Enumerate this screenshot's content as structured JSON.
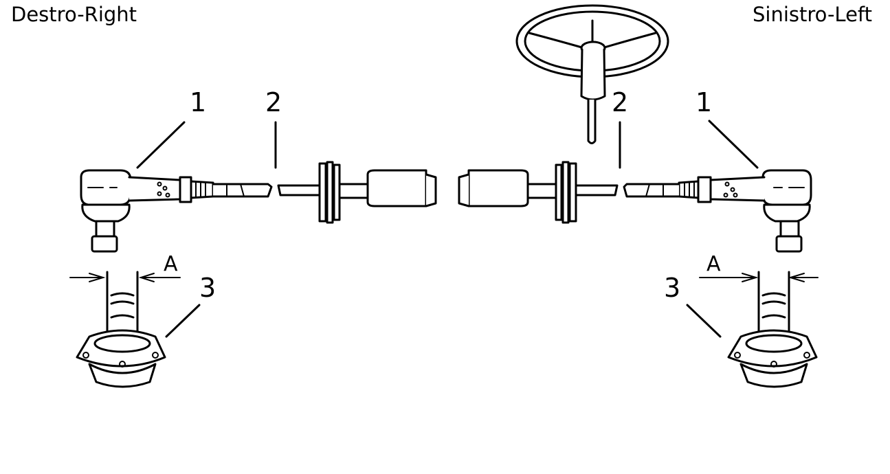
{
  "captions": {
    "right": "Destro-Right",
    "left": "Sinistro-Left"
  },
  "callouts": {
    "tie_rod_end": "1",
    "tie_rod": "2",
    "ball_joint": "3",
    "dimension": "A"
  }
}
